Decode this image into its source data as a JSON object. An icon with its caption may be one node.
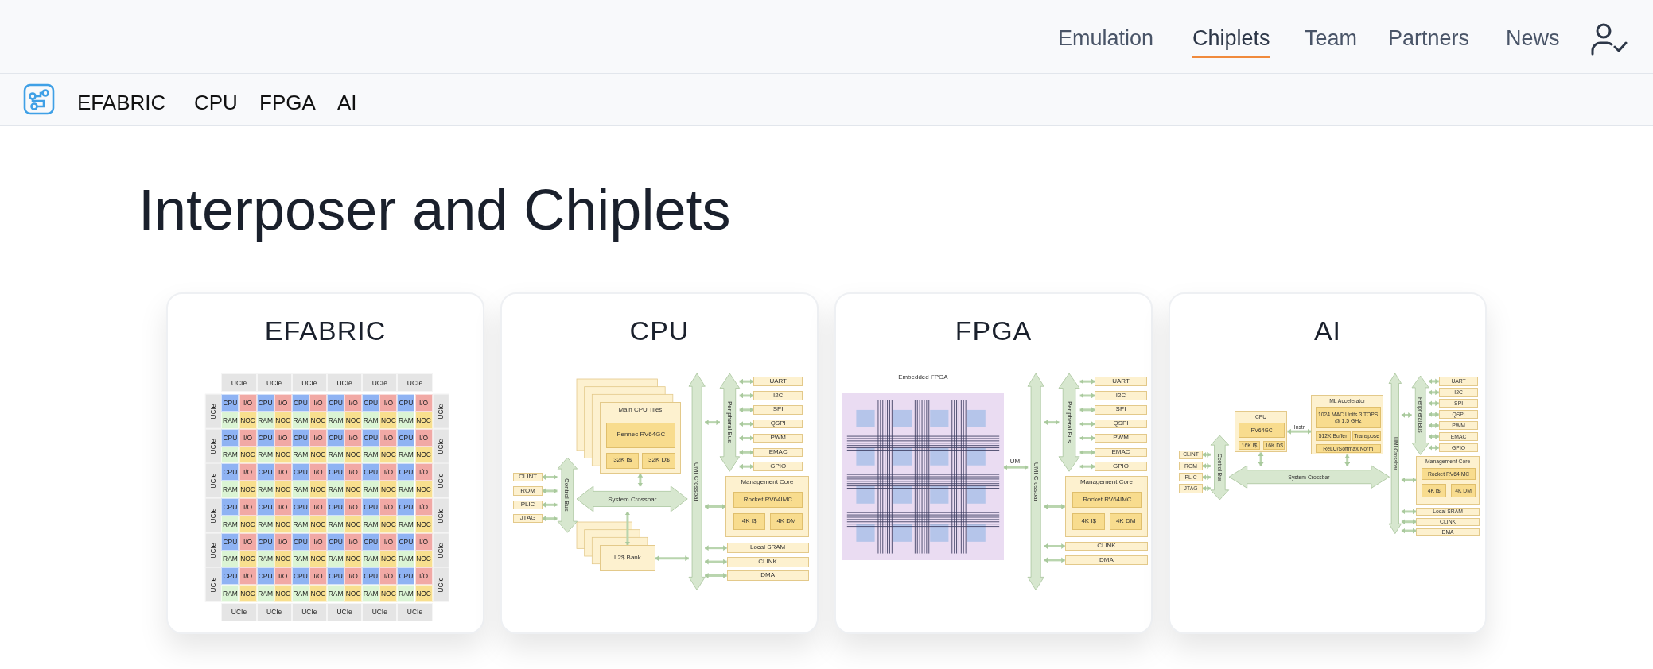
{
  "diagram": {
    "title": "Interposer and Chiplets",
    "nodes": [
      {
        "text": [
          "EFABRIC"
        ]
      },
      {
        "text": [
          "CPU"
        ]
      },
      {
        "text": [
          "FPGA"
        ]
      },
      {
        "text": [
          "AI"
        ]
      },
      {
        "text": [
          "Main CPU Tiles"
        ],
        "in": 1
      },
      {
        "text": [
          "Fennec RV64GC"
        ],
        "in": 4
      },
      {
        "text": [
          "32K I$"
        ],
        "in": 4
      },
      {
        "text": [
          "32K D$"
        ],
        "in": 4
      },
      {
        "text": [
          "L2$ Bank"
        ],
        "in": 1
      },
      {
        "text": [
          "CLINT"
        ],
        "in": 1
      },
      {
        "text": [
          "ROM"
        ],
        "in": 1
      },
      {
        "text": [
          "PLIC"
        ],
        "in": 1
      },
      {
        "text": [
          "JTAG"
        ],
        "in": 1
      },
      {
        "text": [
          "Control Bus"
        ],
        "in": 1
      },
      {
        "text": [
          "System Crossbar"
        ],
        "in": 1
      },
      {
        "text": [
          "UMI Crossbar"
        ],
        "in": 1
      },
      {
        "text": [
          "Peripheral Bus"
        ],
        "in": 1
      },
      {
        "text": [
          "UART"
        ],
        "in": 1
      },
      {
        "text": [
          "I2C"
        ],
        "in": 1
      },
      {
        "text": [
          "SPI"
        ],
        "in": 1
      },
      {
        "text": [
          "QSPI"
        ],
        "in": 1
      },
      {
        "text": [
          "PWM"
        ],
        "in": 1
      },
      {
        "text": [
          "EMAC"
        ],
        "in": 1
      },
      {
        "text": [
          "GPIO"
        ],
        "in": 1
      },
      {
        "text": [
          "Management Core"
        ],
        "in": 1
      },
      {
        "text": [
          "Rocket RV64IMC"
        ],
        "in": 24
      },
      {
        "text": [
          "4K I$"
        ],
        "in": 24
      },
      {
        "text": [
          "4K DM"
        ],
        "in": 24
      },
      {
        "text": [
          "Local SRAM"
        ],
        "in": 1
      },
      {
        "text": [
          "CLINK"
        ],
        "in": 1
      },
      {
        "text": [
          "DMA"
        ],
        "in": 1
      },
      {
        "text": [
          "Embedded FPGA"
        ],
        "in": 2
      },
      {
        "text": [
          "UMI Crossbar"
        ],
        "in": 2
      },
      {
        "text": [
          "Peripheral Bus"
        ],
        "in": 2
      },
      {
        "text": [
          "UART"
        ],
        "in": 2
      },
      {
        "text": [
          "I2C"
        ],
        "in": 2
      },
      {
        "text": [
          "SPI"
        ],
        "in": 2
      },
      {
        "text": [
          "QSPI"
        ],
        "in": 2
      },
      {
        "text": [
          "PWM"
        ],
        "in": 2
      },
      {
        "text": [
          "EMAC"
        ],
        "in": 2
      },
      {
        "text": [
          "GPIO"
        ],
        "in": 2
      },
      {
        "text": [
          "Management Core"
        ],
        "in": 2
      },
      {
        "text": [
          "Rocket RV64IMC"
        ],
        "in": 41
      },
      {
        "text": [
          "4K I$"
        ],
        "in": 41
      },
      {
        "text": [
          "4K DM"
        ],
        "in": 41
      },
      {
        "text": [
          "CLINK"
        ],
        "in": 2
      },
      {
        "text": [
          "DMA"
        ],
        "in": 2
      },
      {
        "text": [
          "CLINT"
        ],
        "in": 3
      },
      {
        "text": [
          "ROM"
        ],
        "in": 3
      },
      {
        "text": [
          "PLIC"
        ],
        "in": 3
      },
      {
        "text": [
          "JTAG"
        ],
        "in": 3
      },
      {
        "text": [
          "Control Bus"
        ],
        "in": 3
      },
      {
        "text": [
          "CPU"
        ],
        "in": 3
      },
      {
        "text": [
          "RV64GC"
        ],
        "in": 52
      },
      {
        "text": [
          "16K I$"
        ],
        "in": 52
      },
      {
        "text": [
          "16K D$"
        ],
        "in": 52
      },
      {
        "text": [
          "ML Accelerator"
        ],
        "in": 3
      },
      {
        "text": [
          "1024 MAC Units 3 TOPS @ 1.5 GHz"
        ],
        "in": 56
      },
      {
        "text": [
          "512K Buffer"
        ],
        "in": 56
      },
      {
        "text": [
          "Transpose"
        ],
        "in": 56
      },
      {
        "text": [
          "ReLU/Softmax/Norm"
        ],
        "in": 56
      },
      {
        "text": [
          "System Crossbar"
        ],
        "in": 3
      },
      {
        "text": [
          "UMI Crossbar"
        ],
        "in": 3
      },
      {
        "text": [
          "Peripheral Bus"
        ],
        "in": 3
      },
      {
        "text": [
          "UART"
        ],
        "in": 3
      },
      {
        "text": [
          "I2C"
        ],
        "in": 3
      },
      {
        "text": [
          "SPI"
        ],
        "in": 3
      },
      {
        "text": [
          "QSPI"
        ],
        "in": 3
      },
      {
        "text": [
          "PWM"
        ],
        "in": 3
      },
      {
        "text": [
          "EMAC"
        ],
        "in": 3
      },
      {
        "text": [
          "GPIO"
        ],
        "in": 3
      },
      {
        "text": [
          "Management Core"
        ],
        "in": 3
      },
      {
        "text": [
          "Rocket RV64IMC"
        ],
        "in": 71
      },
      {
        "text": [
          "4K I$"
        ],
        "in": 71
      },
      {
        "text": [
          "4K DM"
        ],
        "in": 71
      },
      {
        "text": [
          "Local SRAM"
        ],
        "in": 3
      },
      {
        "text": [
          "CLINK"
        ],
        "in": 3
      },
      {
        "text": [
          "DMA"
        ],
        "in": 3
      }
    ],
    "edges": [
      {
        "from": 9,
        "to": 13,
        "arrow": "both"
      },
      {
        "from": 10,
        "to": 13,
        "arrow": "both"
      },
      {
        "from": 11,
        "to": 13,
        "arrow": "both"
      },
      {
        "from": 12,
        "to": 13,
        "arrow": "both"
      },
      {
        "from": 4,
        "to": 14,
        "arrow": "both"
      },
      {
        "from": 8,
        "to": 14,
        "arrow": "both"
      },
      {
        "from": 8,
        "to": 15,
        "arrow": "both"
      },
      {
        "from": 16,
        "to": 15,
        "arrow": "both"
      },
      {
        "from": 16,
        "to": 17,
        "arrow": "both"
      },
      {
        "from": 16,
        "to": 18,
        "arrow": "both"
      },
      {
        "from": 16,
        "to": 19,
        "arrow": "both"
      },
      {
        "from": 16,
        "to": 20,
        "arrow": "both"
      },
      {
        "from": 16,
        "to": 21,
        "arrow": "both"
      },
      {
        "from": 16,
        "to": 22,
        "arrow": "both"
      },
      {
        "from": 16,
        "to": 23,
        "arrow": "both"
      },
      {
        "from": 24,
        "to": 15,
        "arrow": "both"
      },
      {
        "from": 28,
        "to": 15,
        "arrow": "both"
      },
      {
        "from": 29,
        "to": 15,
        "arrow": "both"
      },
      {
        "from": 30,
        "to": 15,
        "arrow": "both"
      },
      {
        "from": 31,
        "to": 32,
        "arrow": "both",
        "label": "UMI"
      },
      {
        "from": 33,
        "to": 32,
        "arrow": "both"
      },
      {
        "from": 33,
        "to": 34,
        "arrow": "both"
      },
      {
        "from": 33,
        "to": 35,
        "arrow": "both"
      },
      {
        "from": 33,
        "to": 36,
        "arrow": "both"
      },
      {
        "from": 33,
        "to": 37,
        "arrow": "both"
      },
      {
        "from": 33,
        "to": 38,
        "arrow": "both"
      },
      {
        "from": 33,
        "to": 39,
        "arrow": "both"
      },
      {
        "from": 33,
        "to": 40,
        "arrow": "both"
      },
      {
        "from": 41,
        "to": 32,
        "arrow": "both"
      },
      {
        "from": 45,
        "to": 32,
        "arrow": "both"
      },
      {
        "from": 46,
        "to": 32,
        "arrow": "both"
      },
      {
        "from": 47,
        "to": 51,
        "arrow": "both"
      },
      {
        "from": 48,
        "to": 51,
        "arrow": "both"
      },
      {
        "from": 49,
        "to": 51,
        "arrow": "both"
      },
      {
        "from": 50,
        "to": 51,
        "arrow": "both"
      },
      {
        "from": 52,
        "to": 56,
        "arrow": "both",
        "label": "Instr"
      },
      {
        "from": 52,
        "to": 61,
        "arrow": "both"
      },
      {
        "from": 56,
        "to": 61,
        "arrow": "both"
      },
      {
        "from": 63,
        "to": 62,
        "arrow": "both"
      },
      {
        "from": 63,
        "to": 64,
        "arrow": "both"
      },
      {
        "from": 63,
        "to": 65,
        "arrow": "both"
      },
      {
        "from": 63,
        "to": 66,
        "arrow": "both"
      },
      {
        "from": 63,
        "to": 67,
        "arrow": "both"
      },
      {
        "from": 63,
        "to": 68,
        "arrow": "both"
      },
      {
        "from": 63,
        "to": 69,
        "arrow": "both"
      },
      {
        "from": 63,
        "to": 70,
        "arrow": "both"
      },
      {
        "from": 71,
        "to": 62,
        "arrow": "both"
      },
      {
        "from": 75,
        "to": 62,
        "arrow": "both"
      },
      {
        "from": 76,
        "to": 62,
        "arrow": "both"
      },
      {
        "from": 77,
        "to": 62,
        "arrow": "both"
      }
    ],
    "labels": [
      "Emulation",
      "Chiplets",
      "Team",
      "Partners",
      "News",
      "EFABRIC",
      "CPU",
      "FPGA",
      "AI",
      "UCIe",
      "UCIe",
      "UCIe",
      "UCIe",
      "UCIe",
      "UCIe",
      "UCIe",
      "CPU",
      "I/O",
      "CPU",
      "I/O",
      "CPU",
      "I/O",
      "CPU",
      "I/O",
      "CPU",
      "I/O",
      "CPU",
      "I/O",
      "UCIe",
      "RAM",
      "NOC",
      "RAM",
      "NOC",
      "RAM",
      "NOC",
      "RAM",
      "NOC",
      "RAM",
      "NOC",
      "RAM",
      "NOC",
      "UCIe",
      "CPU",
      "I/O",
      "CPU",
      "I/O",
      "CPU",
      "I/O",
      "CPU",
      "I/O",
      "CPU",
      "I/O",
      "CPU",
      "I/O",
      "UCIe",
      "RAM",
      "NOC",
      "RAM",
      "NOC",
      "RAM",
      "NOC",
      "RAM",
      "NOC",
      "RAM",
      "NOC",
      "RAM",
      "NOC",
      "UCIe",
      "CPU",
      "I/O",
      "CPU",
      "I/O",
      "CPU",
      "I/O",
      "CPU",
      "I/O",
      "CPU",
      "I/O",
      "CPU",
      "I/O",
      "UCIe",
      "RAM",
      "NOC",
      "RAM",
      "NOC",
      "RAM",
      "NOC",
      "RAM",
      "NOC",
      "RAM",
      "NOC",
      "RAM",
      "NOC",
      "UCIe",
      "CPU",
      "I/O",
      "CPU",
      "I/O",
      "CPU",
      "I/O",
      "CPU",
      "I/O",
      "CPU",
      "I/O",
      "CPU",
      "I/O",
      "UCIe",
      "RAM",
      "NOC",
      "RAM",
      "NOC",
      "RAM",
      "NOC",
      "RAM",
      "NOC",
      "RAM",
      "NOC",
      "RAM",
      "NOC",
      "UCIe",
      "CPU",
      "I/O",
      "CPU",
      "I/O",
      "CPU",
      "I/O",
      "CPU",
      "I/O",
      "CPU",
      "I/O",
      "CPU",
      "I/O",
      "UCIe",
      "RAM",
      "NOC",
      "RAM",
      "NOC",
      "RAM",
      "NOC",
      "RAM",
      "NOC",
      "RAM",
      "NOC",
      "RAM",
      "NOC",
      "UCIe",
      "CPU",
      "I/O",
      "CPU",
      "I/O",
      "CPU",
      "I/O",
      "CPU",
      "I/O",
      "CPU",
      "I/O",
      "CPU",
      "I/O",
      "UCIe",
      "RAM",
      "NOC",
      "RAM",
      "NOC",
      "RAM",
      "NOC",
      "RAM",
      "NOC",
      "RAM",
      "NOC",
      "RAM",
      "NOC",
      "UCIe",
      "UCIe",
      "UCIe",
      "UCIe",
      "UCIe",
      "UCIe"
    ]
  }
}
